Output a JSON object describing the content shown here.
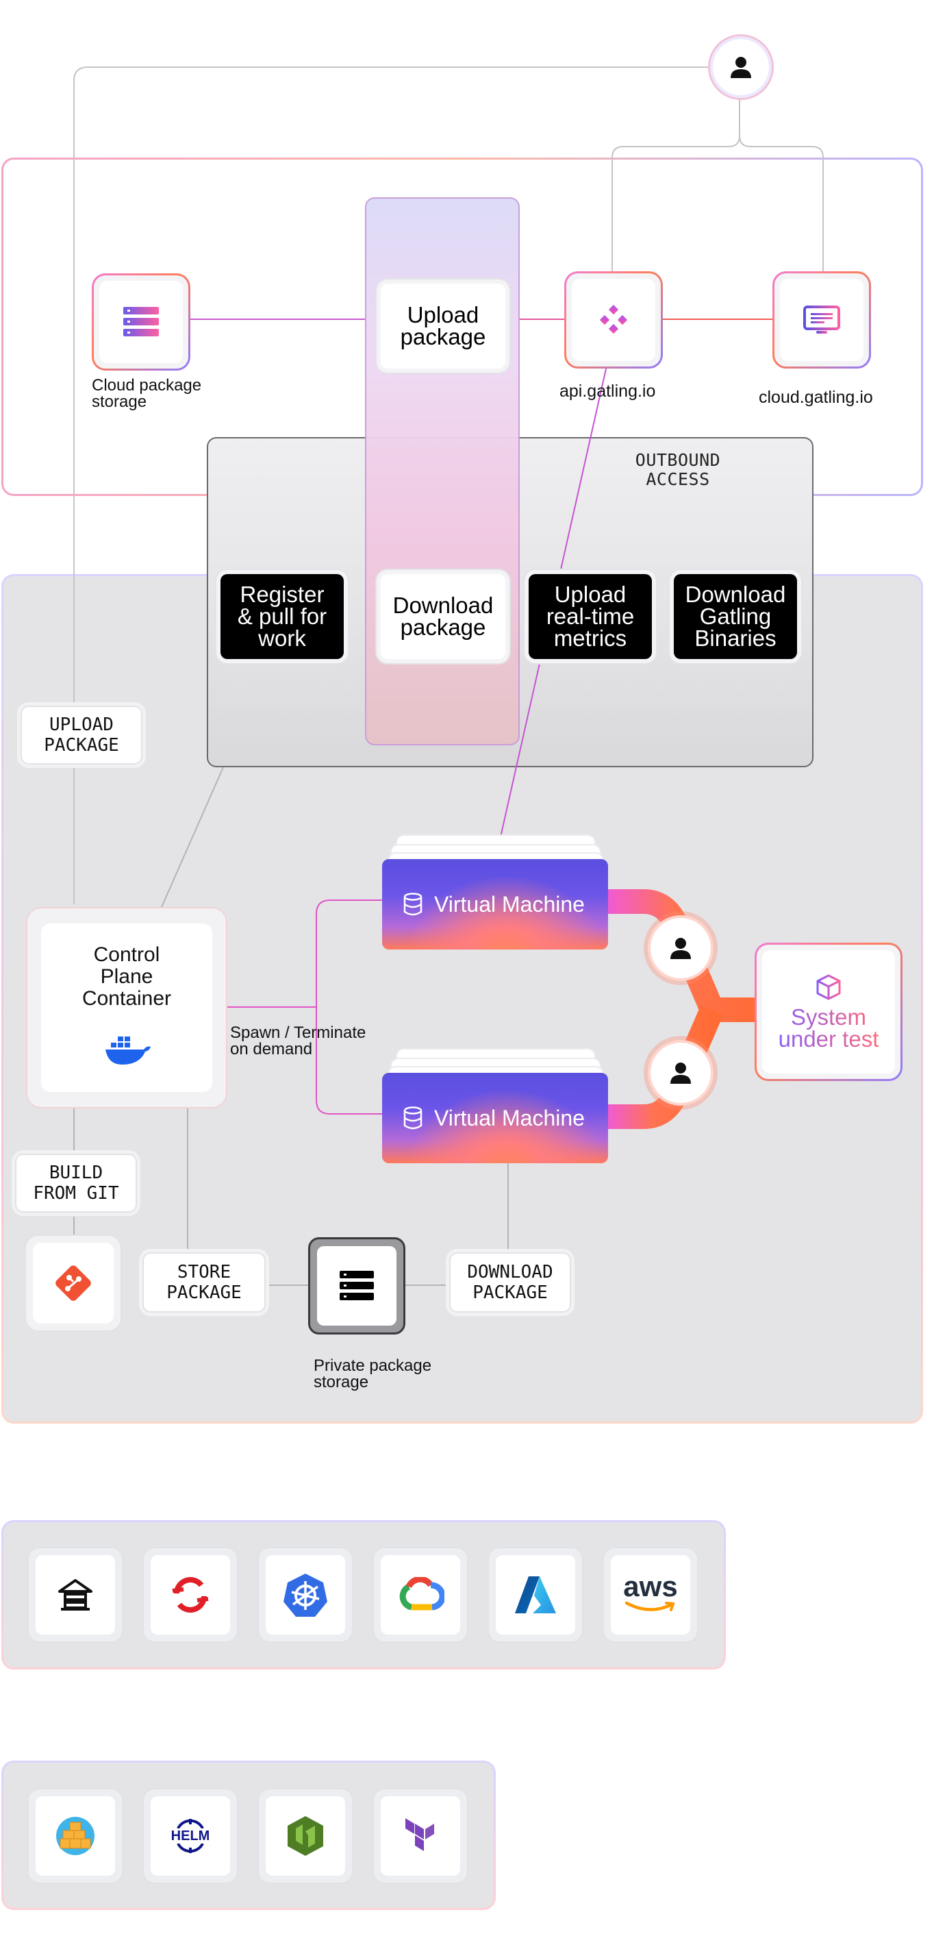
{
  "nodes": {
    "cloud_storage": "Cloud package\nstorage",
    "upload_package": "Upload\npackage",
    "api": "api.gatling.io",
    "cloud": "cloud.gatling.io",
    "outbound": "OUTBOUND\nACCESS",
    "register": "Register\n& pull for\nwork",
    "download_package": "Download\npackage",
    "upload_metrics": "Upload\nreal-time\nmetrics",
    "download_binaries": "Download\nGatling\nBinaries",
    "upload_package_label": "UPLOAD\nPACKAGE",
    "control_plane": "Control\nPlane\nContainer",
    "spawn": "Spawn / Terminate\non demand",
    "vm1": "Virtual Machine",
    "vm2": "Virtual Machine",
    "sut": "System\nunder test",
    "build_git": "BUILD\nFROM GIT",
    "store_package": "STORE\nPACKAGE",
    "private_storage": "Private package\nstorage",
    "download_package_label": "DOWNLOAD\nPACKAGE"
  },
  "logos": {
    "row1": [
      "dedicated-hosts-icon",
      "openshift-icon",
      "kubernetes-icon",
      "google-cloud-icon",
      "azure-icon",
      "aws-icon"
    ],
    "row2": [
      "aws-marketplace-icon",
      "helm-icon",
      "nomad-icon",
      "terraform-icon"
    ],
    "aws_text": "aws",
    "helm_text": "HELM"
  },
  "colors": {
    "accent_pink": "#e45bd8",
    "accent_orange": "#ff6b3d",
    "accent_purple": "#5b4fe3",
    "zone_bg": "#e4e4e7"
  }
}
